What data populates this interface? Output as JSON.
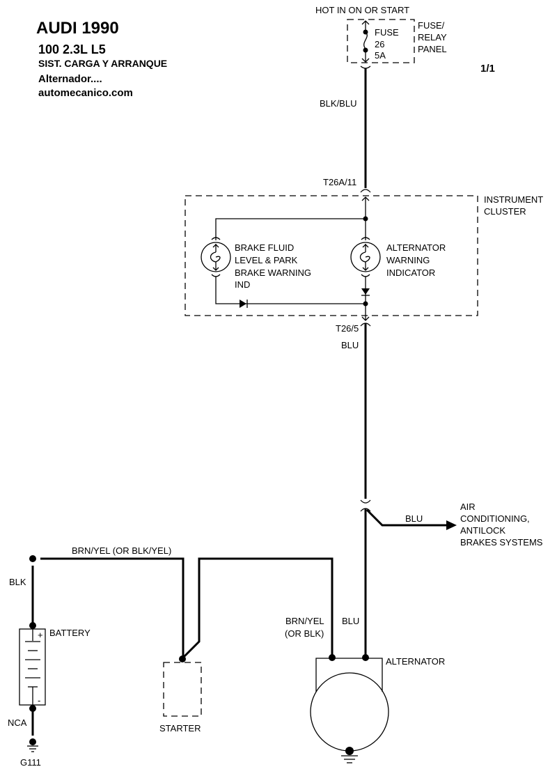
{
  "header": {
    "make_year": "AUDI 1990",
    "model": "100  2.3L  L5",
    "system": "SIST. CARGA Y ARRANQUE",
    "subsystem": "Alternador....",
    "website": "automecanico.com"
  },
  "page_indicator": "1/1",
  "fuse_panel": {
    "power_label": "HOT IN ON OR START",
    "fuse_lines": [
      "FUSE",
      "26",
      "5A"
    ],
    "panel_lines": [
      "FUSE/",
      "RELAY",
      "PANEL"
    ]
  },
  "wires": {
    "fuse_to_cluster": "BLK/BLU",
    "cluster_out": "BLU",
    "branch": "BLU",
    "battery_to_starter": "BRN/YEL (OR BLK/YEL)",
    "battery_pos": "BLK",
    "battery_neg": "NCA",
    "alt_b_lines": [
      "BRN/YEL",
      "(OR BLK)"
    ],
    "alt_d": "BLU"
  },
  "connectors": {
    "cluster_in": "T26A/11",
    "cluster_out": "T26/5"
  },
  "instrument_cluster": {
    "label_lines": [
      "INSTRUMENT",
      "CLUSTER"
    ],
    "brake_lamp_lines": [
      "BRAKE FLUID",
      "LEVEL & PARK",
      "BRAKE WARNING",
      "IND"
    ],
    "alt_lamp_lines": [
      "ALTERNATOR",
      "WARNING",
      "INDICATOR"
    ]
  },
  "branch_target_lines": [
    "AIR",
    "CONDITIONING,",
    "ANTILOCK",
    "BRAKES SYSTEMS"
  ],
  "components": {
    "battery": "BATTERY",
    "battery_plus": "+",
    "battery_minus": "-",
    "starter": "STARTER",
    "alternator": "ALTERNATOR",
    "ground": "G111"
  }
}
